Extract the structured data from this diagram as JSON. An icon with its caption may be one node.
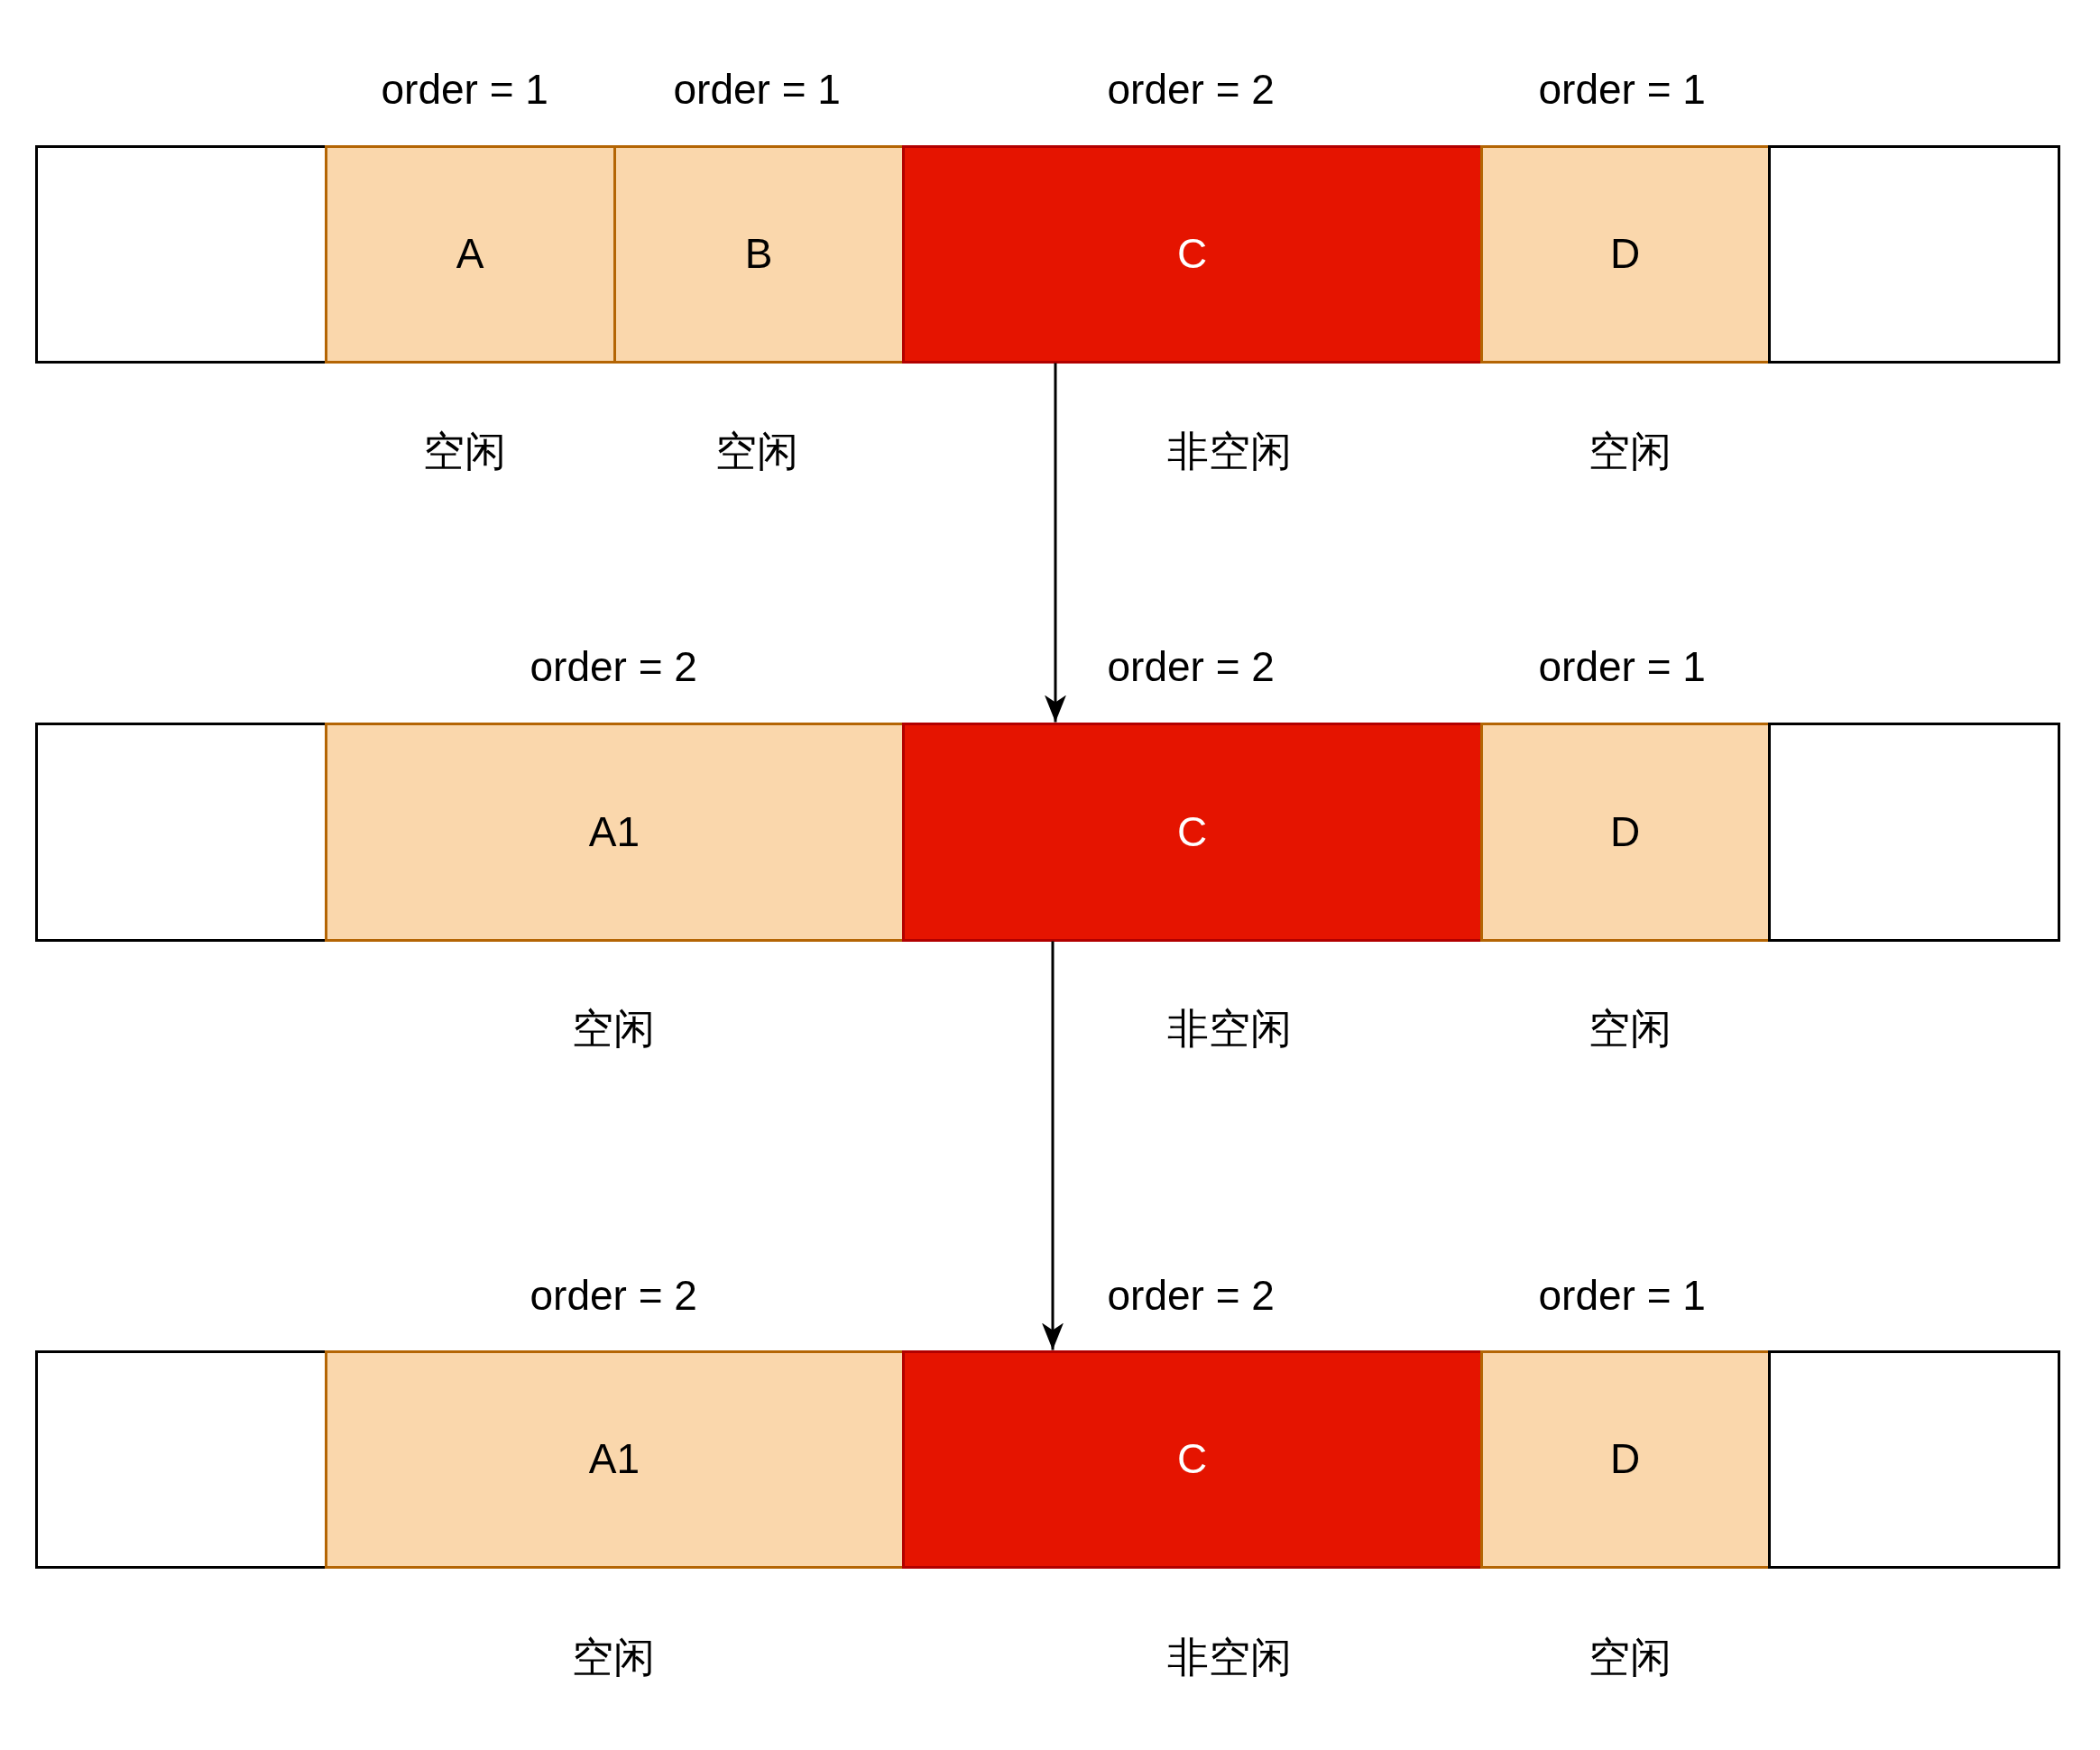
{
  "diagram": {
    "nodes": [
      {
        "text": [],
        "shape": "box"
      },
      {
        "text": [
          "A"
        ],
        "beside": [
          "order = 1",
          "空闲"
        ]
      },
      {
        "text": [
          "B"
        ],
        "beside": [
          "order = 1",
          "空闲"
        ]
      },
      {
        "text": [
          "C"
        ],
        "beside": [
          "order = 2",
          "非空闲"
        ]
      },
      {
        "text": [
          "D"
        ],
        "beside": [
          "order = 1",
          "空闲"
        ]
      },
      {
        "text": [],
        "shape": "box"
      },
      {
        "text": [],
        "shape": "box"
      },
      {
        "text": [
          "A1"
        ],
        "beside": [
          "order = 2",
          "空闲"
        ]
      },
      {
        "text": [
          "C"
        ],
        "beside": [
          "order = 2",
          "非空闲"
        ]
      },
      {
        "text": [
          "D"
        ],
        "beside": [
          "order = 1",
          "空闲"
        ]
      },
      {
        "text": [],
        "shape": "box"
      },
      {
        "text": [],
        "shape": "box"
      },
      {
        "text": [
          "A1"
        ],
        "beside": [
          "order = 2",
          "空闲"
        ]
      },
      {
        "text": [
          "C"
        ],
        "beside": [
          "order = 2",
          "非空闲"
        ]
      },
      {
        "text": [
          "D"
        ],
        "beside": [
          "order = 1",
          "空闲"
        ]
      },
      {
        "text": [],
        "shape": "box"
      }
    ],
    "edges": [
      {
        "from": 3,
        "to": 8,
        "arrow": "to"
      },
      {
        "from": 8,
        "to": 13,
        "arrow": "to"
      }
    ]
  }
}
